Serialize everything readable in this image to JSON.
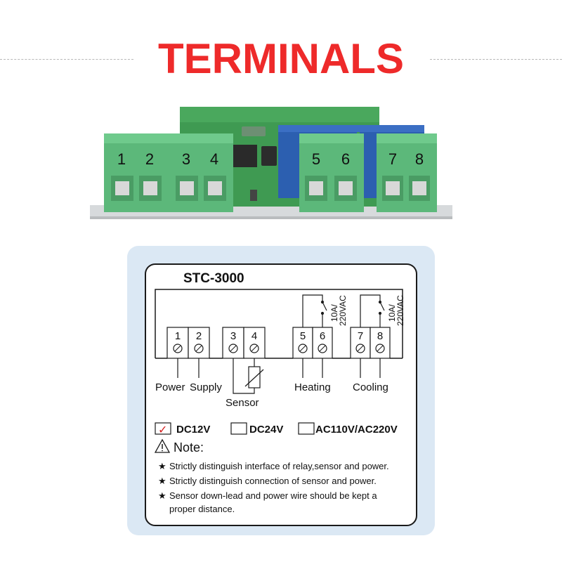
{
  "title": "TERMINALS",
  "photo": {
    "terminal_numbers": [
      "1",
      "2",
      "3",
      "4",
      "5",
      "6",
      "7",
      "8"
    ]
  },
  "label": {
    "model": "STC-3000",
    "terminal_numbers": [
      "1",
      "2",
      "3",
      "4",
      "5",
      "6",
      "7",
      "8"
    ],
    "relay_rating_line1": "10A/",
    "relay_rating_line2": "220VAC",
    "power_label": "Power",
    "supply_label": "Supply",
    "sensor_label": "Sensor",
    "heating_label": "Heating",
    "cooling_label": "Cooling",
    "voltage_options": [
      {
        "label": "DC12V",
        "checked": true
      },
      {
        "label": "DC24V",
        "checked": false
      },
      {
        "label": "AC110V/AC220V",
        "checked": false
      }
    ],
    "check_mark": "✓",
    "note_heading": "Note:",
    "warning_icon": "warning-triangle-icon",
    "notes": [
      "Strictly distinguish interface of relay,sensor and power.",
      "Strictly distinguish connection of sensor and power.",
      "Sensor down-lead and power wire should be kept a",
      "proper distance."
    ],
    "star": "★"
  },
  "colors": {
    "title": "#ee2a2a",
    "terminal_green": "#5cb87a",
    "pcb_green": "#3f9a52",
    "relay_blue": "#2c5fb0",
    "card_bg": "#dbe8f4",
    "check_red": "#d62020"
  }
}
